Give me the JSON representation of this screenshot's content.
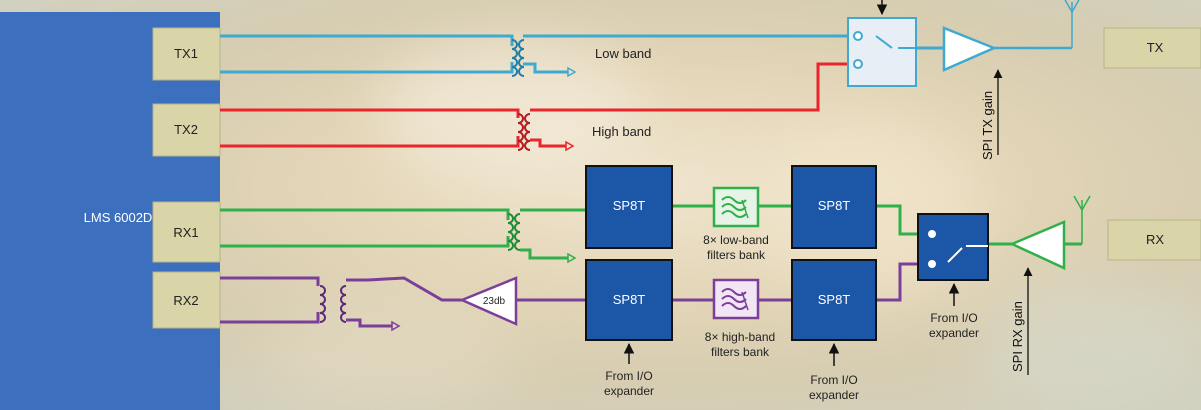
{
  "chip": {
    "label": "LMS 6002D"
  },
  "ports": {
    "tx1": "TX1",
    "tx2": "TX2",
    "rx1": "RX1",
    "rx2": "RX2"
  },
  "outputs": {
    "tx": "TX",
    "rx": "RX"
  },
  "bands": {
    "low": "Low band",
    "high": "High band"
  },
  "switches": {
    "sw1": "SP8T",
    "sw2": "SP8T",
    "sw3": "SP8T",
    "sw4": "SP8T"
  },
  "filters": {
    "low_line1": "8× low-band",
    "low_line2": "filters bank",
    "high_line1": "8× high-band",
    "high_line2": "filters bank"
  },
  "lna": {
    "gain": "23db"
  },
  "controls": {
    "io_line1": "From I/O",
    "io_line2": "expander",
    "spi_tx": "SPI TX gain",
    "spi_rx": "SPI RX gain"
  },
  "colors": {
    "tx_line": "#3fa9d0",
    "tx2_line": "#e8262b",
    "rx1_line": "#2fb04a",
    "rx2_line": "#7b3f9a",
    "chip": "#3d6fbf",
    "port": "#d9d5a8",
    "sp8t": "#1c56a6"
  }
}
